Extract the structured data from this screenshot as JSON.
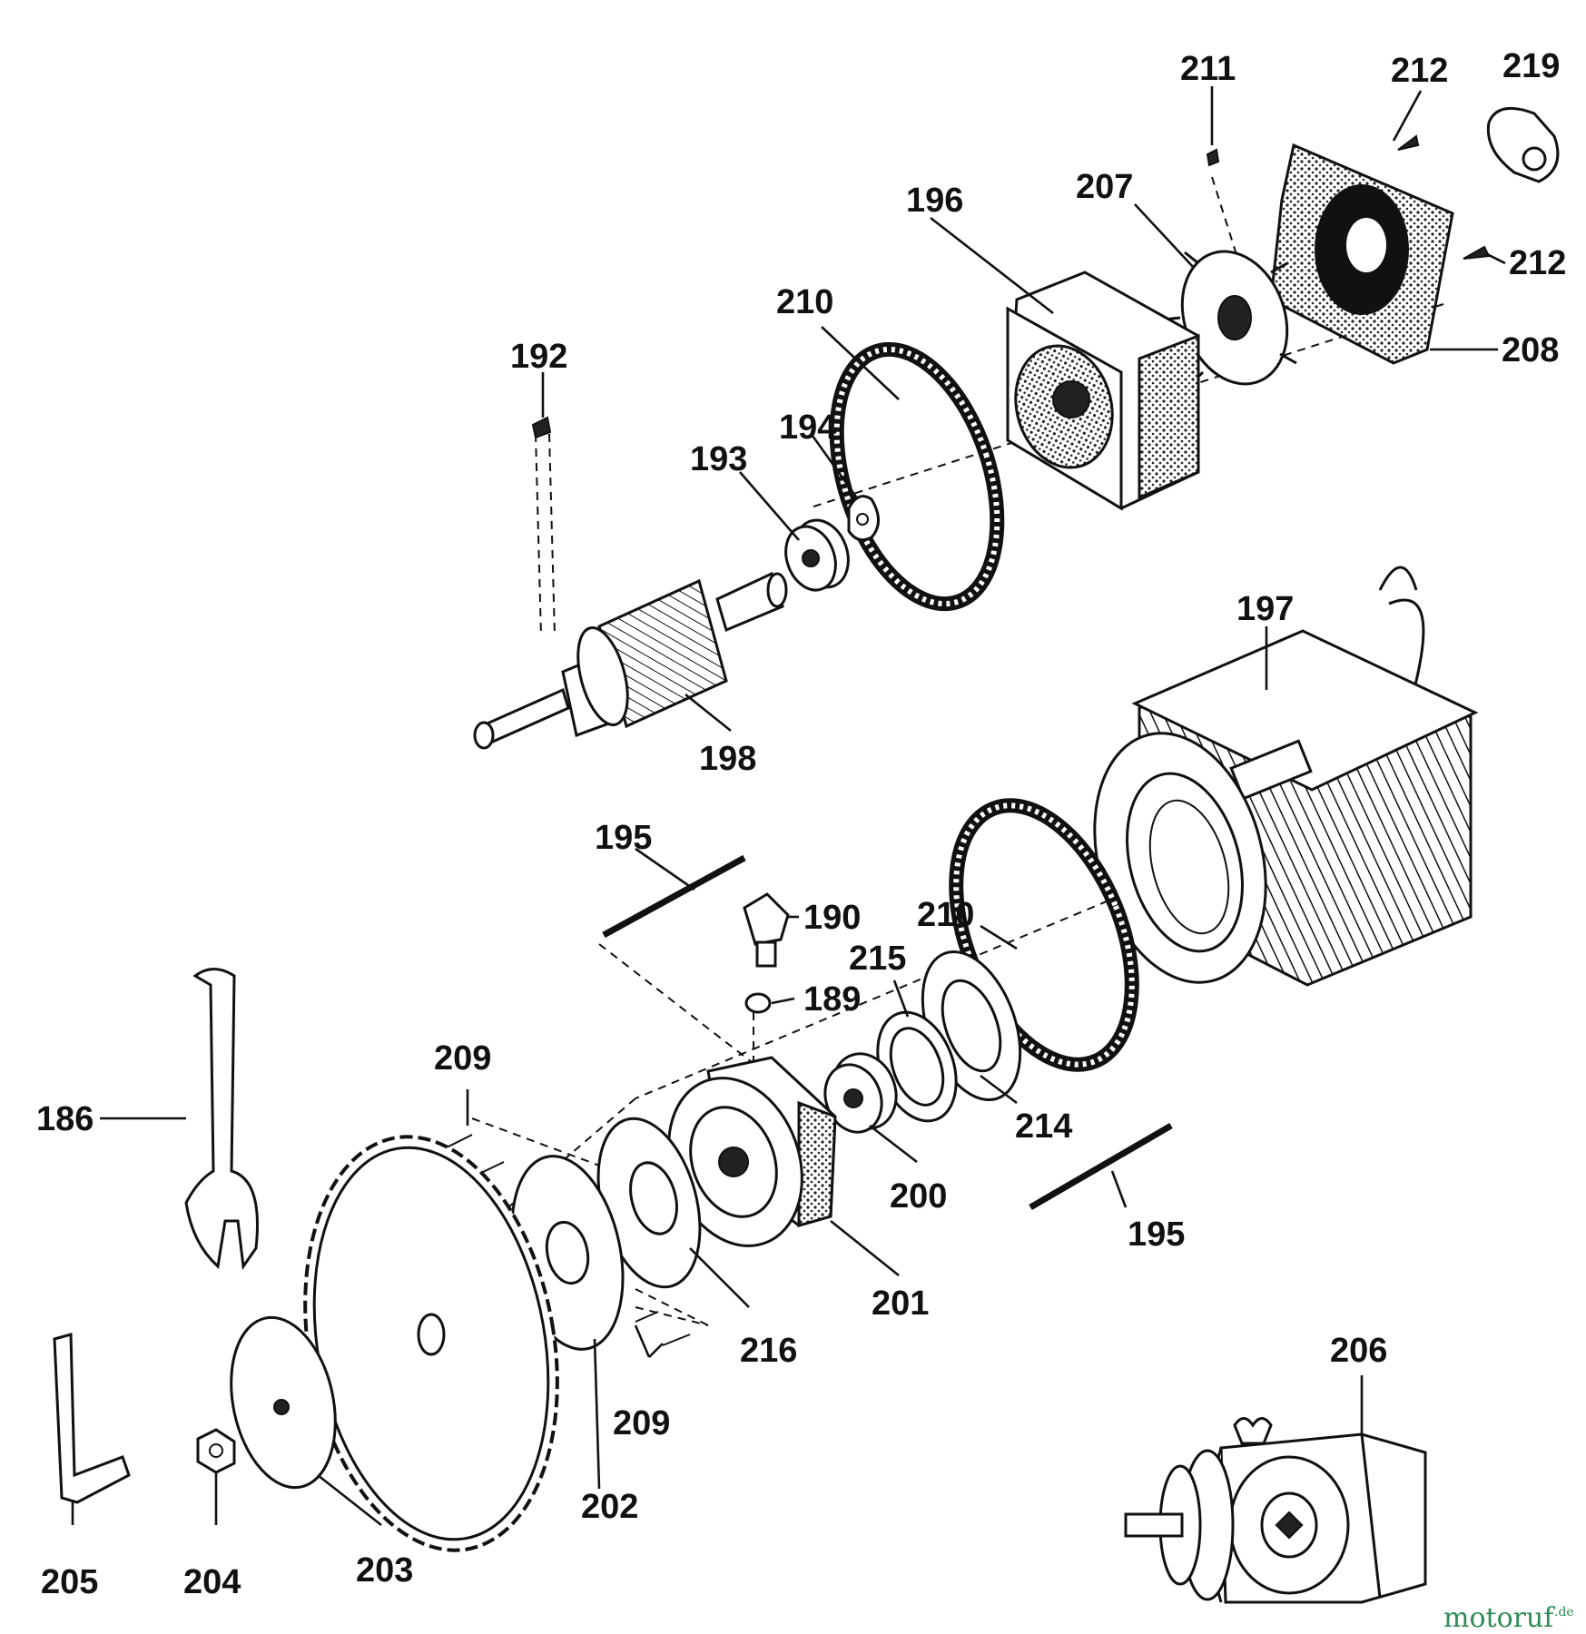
{
  "labels": [
    {
      "text": "211"
    },
    {
      "text": "212"
    },
    {
      "text": "219"
    },
    {
      "text": "196"
    },
    {
      "text": "207"
    },
    {
      "text": "212"
    },
    {
      "text": "210"
    },
    {
      "text": "208"
    },
    {
      "text": "192"
    },
    {
      "text": "194"
    },
    {
      "text": "193"
    },
    {
      "text": "197"
    },
    {
      "text": "198"
    },
    {
      "text": "195"
    },
    {
      "text": "190"
    },
    {
      "text": "210"
    },
    {
      "text": "215"
    },
    {
      "text": "189"
    },
    {
      "text": "209"
    },
    {
      "text": "186"
    },
    {
      "text": "214"
    },
    {
      "text": "200"
    },
    {
      "text": "195"
    },
    {
      "text": "201"
    },
    {
      "text": "216"
    },
    {
      "text": "206"
    },
    {
      "text": "209"
    },
    {
      "text": "202"
    },
    {
      "text": "205"
    },
    {
      "text": "204"
    },
    {
      "text": "203"
    }
  ],
  "watermark": {
    "brand": "motoruf",
    "suffix": ".de"
  }
}
